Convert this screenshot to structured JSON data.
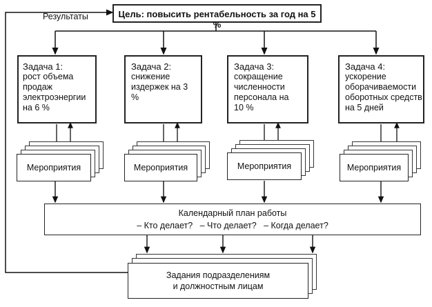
{
  "goal": "Цель: повысить рентабельность за год на 5 %",
  "results_label": "Результаты",
  "tasks": [
    {
      "heading": "Задача 1:",
      "text": "рост объема продаж электроэнергии на 6 %"
    },
    {
      "heading": "Задача 2:",
      "text": "снижение издержек на 3 %"
    },
    {
      "heading": "Задача 3:",
      "text": "сокращение численности персонала на 10  %"
    },
    {
      "heading": "Задача 4:",
      "text": "ускорение оборачиваемости оборотных средств на 5 дней"
    }
  ],
  "measures_label": "Мероприятия",
  "plan": {
    "title": "Календарный план работы",
    "questions": "– Кто делает?   – Что делает?   – Когда делает?"
  },
  "assignments": {
    "line1": "Задания подразделениям",
    "line2": "и должностным лицам"
  }
}
